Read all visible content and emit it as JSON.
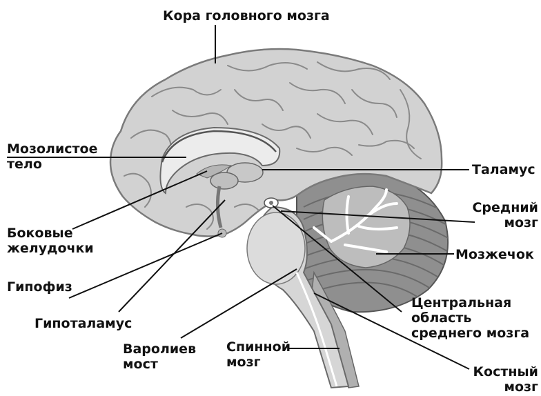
{
  "labels": {
    "cortex": "Кора головного мозга",
    "corpus_callosum": [
      "Мозолистое",
      "тело"
    ],
    "thalamus": "Таламус",
    "midbrain": [
      "Средний",
      "мозг"
    ],
    "lateral_ventricles": [
      "Боковые",
      "желудочки"
    ],
    "cerebellum": "Мозжечок",
    "pituitary": "Гипофиз",
    "hypothalamus": "Гипоталамус",
    "central_area": [
      "Центральная",
      "область",
      "среднего мозга"
    ],
    "pons": [
      "Варолиев",
      "мост"
    ],
    "spinal_cord": [
      "Спинной",
      "мозг"
    ],
    "marrow": [
      "Костный",
      "мозг"
    ]
  },
  "colors": {
    "brain_fill": "#d2d2d2",
    "brain_highlight": "#ececec",
    "brain_outline": "#7a7a7a",
    "cerebellum_fill": "#8c8c8c",
    "leader": "#111111"
  }
}
